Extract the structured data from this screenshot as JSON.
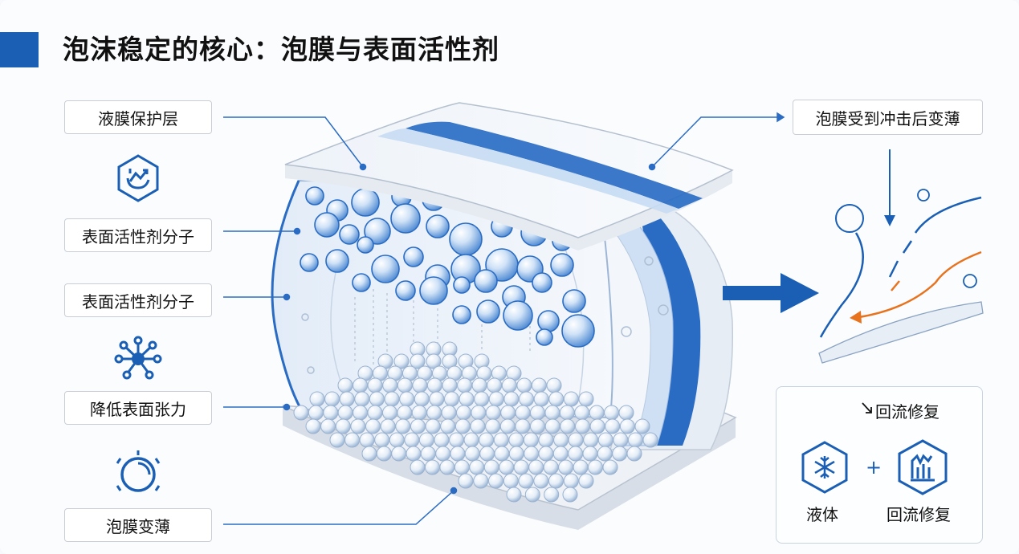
{
  "title": "泡沫稳定的核心：泡膜与表面活性剂",
  "left_labels": [
    {
      "text": "液膜保护层",
      "icon": "none"
    },
    {
      "text": "表面活性剂分子",
      "icon": "hexagon-chart-icon"
    },
    {
      "text": "表面活性剂分子",
      "icon": "none"
    },
    {
      "text": "降低表面张力",
      "icon": "molecule-icon"
    },
    {
      "text": "泡膜变薄",
      "icon": "ring-icon"
    }
  ],
  "right_label": "泡膜受到冲击后变薄",
  "repair": {
    "heading": "回流修复",
    "items": [
      {
        "text": "液体",
        "icon": "snowflake-hex-icon"
      },
      {
        "text": "回流修复",
        "icon": "bar-chart-hex-icon"
      }
    ],
    "plus": "+"
  },
  "colors": {
    "accent": "#1a5fb4",
    "orange": "#e8731e",
    "bubble": "#a9c9ee",
    "outline": "#2a6cc4"
  }
}
